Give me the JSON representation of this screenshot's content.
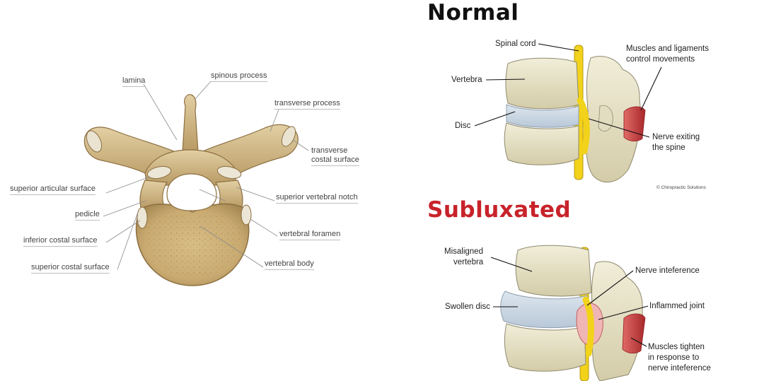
{
  "left_diagram": {
    "labels": {
      "lamina": "lamina",
      "spinous_process": "spinous process",
      "transverse_process": "transverse process",
      "transverse_costal_surface_1": "transverse",
      "transverse_costal_surface_2": "costal surface",
      "superior_articular_surface": "superior articular surface",
      "superior_vertebral_notch": "superior vertebral notch",
      "pedicle": "pedicle",
      "vertebral_foramen": "vertebral foramen",
      "inferior_costal_surface": "inferior costal surface",
      "superior_costal_surface": "superior costal surface",
      "vertebral_body": "vertebral body"
    }
  },
  "normal": {
    "title": "Normal",
    "labels": {
      "spinal_cord": "Spinal cord",
      "vertebra": "Vertebra",
      "disc": "Disc",
      "muscles_1": "Muscles and ligaments",
      "muscles_2": "control movements",
      "nerve_1": "Nerve exiting",
      "nerve_2": "the spine"
    },
    "copyright": "© Chiropractic Solutions"
  },
  "subluxated": {
    "title": "Subluxated",
    "labels": {
      "misaligned_1": "Misaligned",
      "misaligned_2": "vertebra",
      "swollen_disc": "Swollen disc",
      "nerve_inteference": "Nerve inteference",
      "inflammed_joint": "Inflammed joint",
      "muscles_1": "Muscles tighten",
      "muscles_2": "in response to",
      "muscles_3": "nerve inteference"
    }
  },
  "colors": {
    "bone": "#cfb68a",
    "bone_dark": "#9a7d4e",
    "spine_bone": "#e8e3c9",
    "disc": "#c9d6e3",
    "cord": "#f2d21a",
    "muscle": "#c8383a",
    "title_normal": "#111111",
    "title_subluxated": "#c8232a"
  }
}
